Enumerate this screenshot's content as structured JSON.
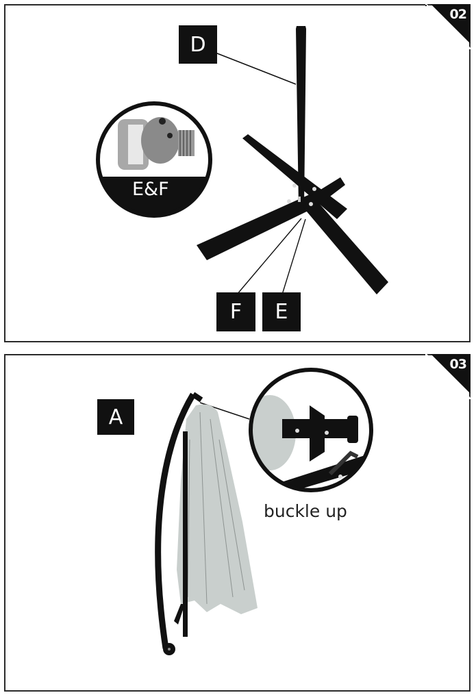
{
  "steps": [
    {
      "number": "02",
      "part_labels": [
        "D",
        "F",
        "E"
      ],
      "inset": {
        "label": "E&F",
        "depicts": "hex bolt with washer"
      },
      "illustration": "cross-base-with-center-pole"
    },
    {
      "number": "03",
      "part_labels": [
        "A"
      ],
      "inset": {
        "caption": "buckle up",
        "depicts": "umbrella top hub clip"
      },
      "illustration": "cantilever-umbrella-closed"
    }
  ],
  "colors": {
    "ink": "#111111",
    "border": "#2a2a2a",
    "fabric": "#c9cfcd",
    "metal_light": "#d8d8d8",
    "metal_dark": "#6a6a6a"
  }
}
